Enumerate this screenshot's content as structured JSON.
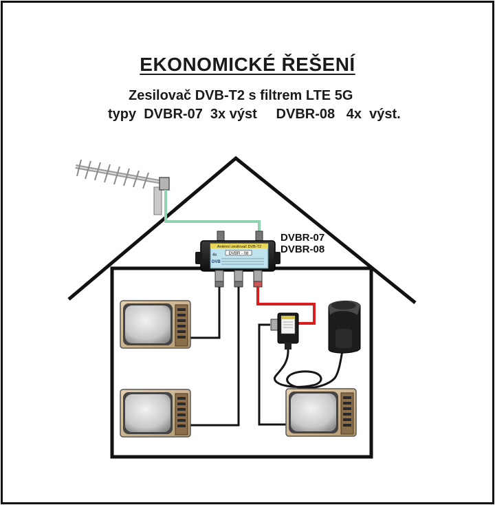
{
  "title": "EKONOMICKÉ  ŘEŠENÍ",
  "subtitle_line1": "Zesilovač DVB-T2 s filtrem LTE 5G",
  "subtitle_line2": "typy  DVBR-07  3x výst     DVBR-08   4x  výst.",
  "amplifier_models": [
    "DVBR-07",
    "DVBR-08"
  ],
  "amplifier_panel": {
    "header": "Anténní zesilovač DVB-T2",
    "model": "DVBR - 08",
    "corner_label": "4x",
    "brand": "DVB"
  },
  "colors": {
    "antenna_cable": "#8fd4b0",
    "power_cable": "#d81e1e",
    "signal_cable": "#111111",
    "amplifier_label": "#bfe3ef"
  }
}
